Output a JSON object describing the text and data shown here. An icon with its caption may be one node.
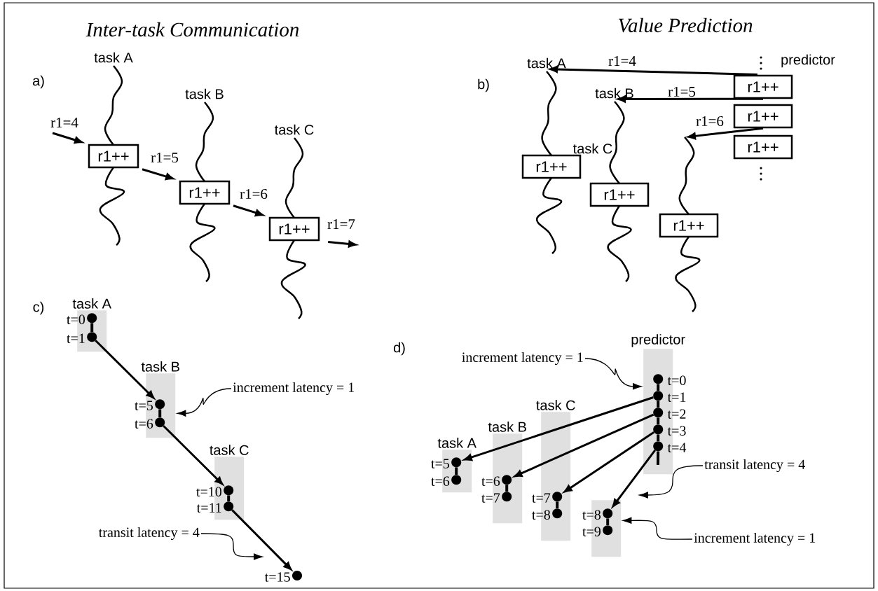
{
  "diagram": {
    "nodes": [
      {
        "text": [
          "r1++"
        ]
      },
      {
        "text": [
          "r1++"
        ]
      },
      {
        "text": [
          "r1++"
        ]
      },
      {
        "text": [
          "task A"
        ]
      },
      {
        "text": [
          "task B"
        ]
      },
      {
        "text": [
          "r1++"
        ]
      },
      {
        "text": [
          "r1++"
        ]
      },
      {
        "text": [
          "r1++"
        ]
      },
      {
        "text": [
          "r1++"
        ]
      },
      {
        "text": [
          "r1++"
        ]
      },
      {
        "text": [
          "r1++"
        ]
      },
      {
        "text": [
          "task A"
        ]
      },
      {
        "text": [],
        "shape": "circle",
        "in": 11,
        "beside": [
          "t=0"
        ]
      },
      {
        "text": [],
        "shape": "circle",
        "in": 11,
        "beside": [
          "t=1"
        ]
      },
      {
        "text": [
          "task B"
        ]
      },
      {
        "text": [],
        "shape": "circle",
        "in": 14,
        "beside": [
          "t=5"
        ]
      },
      {
        "text": [],
        "shape": "circle",
        "in": 14,
        "beside": [
          "t=6"
        ]
      },
      {
        "text": [
          "increment latency = 1"
        ]
      },
      {
        "text": [
          "task C"
        ]
      },
      {
        "text": [],
        "shape": "circle",
        "in": 18,
        "beside": [
          "t=10"
        ]
      },
      {
        "text": [],
        "shape": "circle",
        "in": 18,
        "beside": [
          "t=11"
        ]
      },
      {
        "text": [
          "transit latency = 4"
        ]
      },
      {
        "text": [],
        "shape": "circle",
        "beside": [
          "t=15"
        ]
      },
      {
        "text": [
          "predictor"
        ]
      },
      {
        "text": [],
        "shape": "circle",
        "in": 23,
        "beside": [
          "t=0"
        ]
      },
      {
        "text": [],
        "shape": "circle",
        "in": 23,
        "beside": [
          "t=1"
        ]
      },
      {
        "text": [],
        "shape": "circle",
        "in": 23,
        "beside": [
          "t=2"
        ]
      },
      {
        "text": [],
        "shape": "circle",
        "in": 23,
        "beside": [
          "t=3"
        ]
      },
      {
        "text": [],
        "shape": "circle",
        "in": 23,
        "beside": [
          "t=4"
        ]
      },
      {
        "text": [
          "increment latency = 1"
        ]
      },
      {
        "text": [
          "task A"
        ]
      },
      {
        "text": [],
        "shape": "circle",
        "in": 30,
        "beside": [
          "t=5"
        ]
      },
      {
        "text": [],
        "shape": "circle",
        "in": 30,
        "beside": [
          "t=6"
        ]
      },
      {
        "text": [
          "task B"
        ]
      },
      {
        "text": [],
        "shape": "circle",
        "in": 33,
        "beside": [
          "t=6"
        ]
      },
      {
        "text": [],
        "shape": "circle",
        "in": 33,
        "beside": [
          "t=7"
        ]
      },
      {
        "text": [
          "task C"
        ]
      },
      {
        "text": [],
        "shape": "circle",
        "in": 36,
        "beside": [
          "t=7"
        ]
      },
      {
        "text": [],
        "shape": "circle",
        "in": 36,
        "beside": [
          "t=8"
        ]
      },
      {
        "text": [],
        "shape": "box"
      },
      {
        "text": [],
        "shape": "circle",
        "in": 39,
        "beside": [
          "t=8"
        ]
      },
      {
        "text": [],
        "shape": "circle",
        "in": 39,
        "beside": [
          "t=9"
        ]
      },
      {
        "text": [
          "transit latency = 4"
        ]
      },
      {
        "text": [
          "increment latency = 1"
        ]
      },
      {
        "text": [
          "task A"
        ]
      },
      {
        "text": [
          "task B"
        ]
      },
      {
        "text": [
          "task C"
        ]
      }
    ],
    "edges": [
      {
        "from": null,
        "to": 0,
        "arrow": "to",
        "label": "r1=4"
      },
      {
        "from": 0,
        "to": 1,
        "arrow": "to",
        "label": "r1=5"
      },
      {
        "from": 1,
        "to": 2,
        "arrow": "to",
        "label": "r1=6"
      },
      {
        "from": 2,
        "to": null,
        "arrow": "to",
        "label": "r1=7"
      },
      {
        "from": 5,
        "to": 3,
        "arrow": "to",
        "label": "r1=4"
      },
      {
        "from": 5,
        "to": 4,
        "arrow": "to",
        "label": "r1=5"
      },
      {
        "from": 6,
        "to": null,
        "arrow": "to",
        "label": "r1=6"
      },
      {
        "from": 12,
        "to": 13,
        "arrow": "none"
      },
      {
        "from": 13,
        "to": 15,
        "arrow": "to"
      },
      {
        "from": 15,
        "to": 16,
        "arrow": "none"
      },
      {
        "from": 16,
        "to": 19,
        "arrow": "to"
      },
      {
        "from": 19,
        "to": 20,
        "arrow": "none"
      },
      {
        "from": 20,
        "to": 22,
        "arrow": "to"
      },
      {
        "from": 17,
        "to": 14,
        "arrow": "to"
      },
      {
        "from": 21,
        "to": null,
        "arrow": "to"
      },
      {
        "from": 24,
        "to": 25,
        "arrow": "none"
      },
      {
        "from": 25,
        "to": 26,
        "arrow": "none"
      },
      {
        "from": 26,
        "to": 27,
        "arrow": "none"
      },
      {
        "from": 27,
        "to": 28,
        "arrow": "none"
      },
      {
        "from": 28,
        "to": null,
        "arrow": "none"
      },
      {
        "from": 25,
        "to": 31,
        "arrow": "to"
      },
      {
        "from": 26,
        "to": 34,
        "arrow": "to"
      },
      {
        "from": 27,
        "to": 37,
        "arrow": "to"
      },
      {
        "from": 28,
        "to": 40,
        "arrow": "to"
      },
      {
        "from": 31,
        "to": 32,
        "arrow": "none"
      },
      {
        "from": 34,
        "to": 35,
        "arrow": "none"
      },
      {
        "from": 37,
        "to": 38,
        "arrow": "none"
      },
      {
        "from": 40,
        "to": 41,
        "arrow": "none"
      },
      {
        "from": 29,
        "to": 23,
        "arrow": "to"
      },
      {
        "from": 42,
        "to": null,
        "arrow": "to"
      },
      {
        "from": 43,
        "to": 39,
        "arrow": "to"
      },
      {
        "from": 44,
        "to": 0,
        "arrow": "none"
      },
      {
        "from": 45,
        "to": 1,
        "arrow": "none"
      },
      {
        "from": 46,
        "to": 2,
        "arrow": "none"
      },
      {
        "from": 3,
        "to": 8,
        "arrow": "none"
      },
      {
        "from": 4,
        "to": 9,
        "arrow": "none"
      },
      {
        "from": null,
        "to": 10,
        "arrow": "none"
      },
      {
        "from": 0,
        "to": null,
        "arrow": "none"
      },
      {
        "from": 1,
        "to": null,
        "arrow": "none"
      },
      {
        "from": 2,
        "to": null,
        "arrow": "none"
      },
      {
        "from": 8,
        "to": null,
        "arrow": "none"
      },
      {
        "from": 9,
        "to": null,
        "arrow": "none"
      },
      {
        "from": 10,
        "to": null,
        "arrow": "none"
      }
    ],
    "labels": [
      "Inter-task Communication",
      "Value Prediction",
      "a)",
      "predictor",
      "b)",
      "task C",
      "c)",
      "d)"
    ]
  }
}
